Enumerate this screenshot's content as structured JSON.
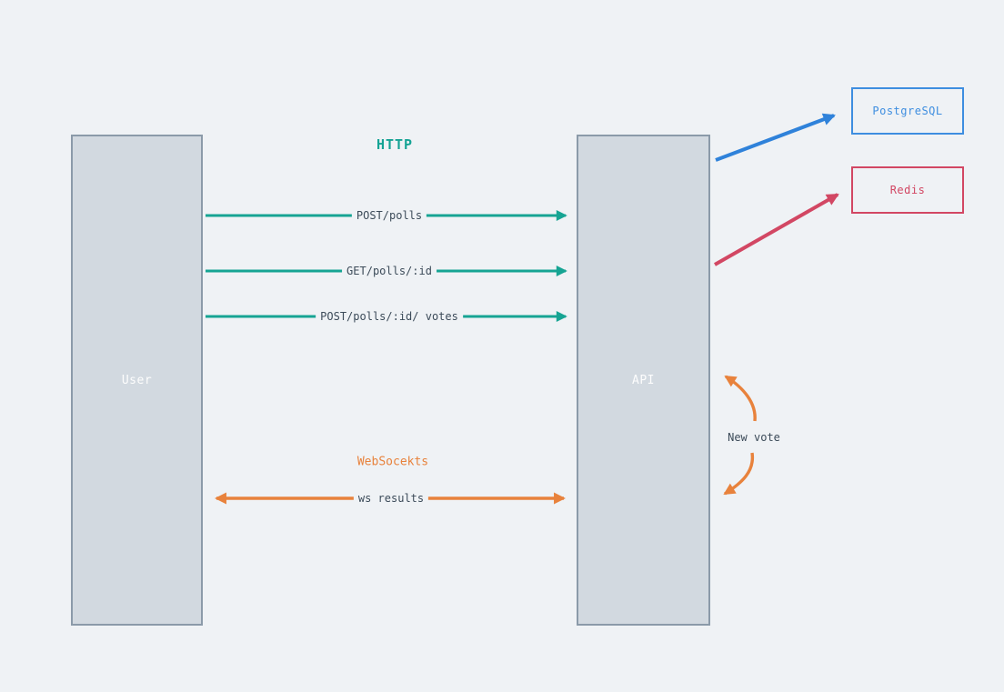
{
  "diagram": {
    "section_titles": {
      "http": "HTTP",
      "websockets": "WebSocekts"
    },
    "nodes": {
      "user": {
        "label": "User"
      },
      "api": {
        "label": "API"
      },
      "postgresql": {
        "label": "PostgreSQL"
      },
      "redis": {
        "label": "Redis"
      }
    },
    "http_arrows": [
      {
        "label": "POST/polls",
        "from": "User",
        "to": "API",
        "direction": "right"
      },
      {
        "label": "GET/polls/:id",
        "from": "User",
        "to": "API",
        "direction": "right"
      },
      {
        "label": "POST/polls/:id/ votes",
        "from": "User",
        "to": "API",
        "direction": "right"
      }
    ],
    "ws_arrow": {
      "label": "ws results",
      "from": "User",
      "to": "API",
      "direction": "both"
    },
    "loop_arrow": {
      "label": "New vote",
      "at": "API",
      "direction": "self-loop"
    },
    "db_arrows": [
      {
        "from": "API",
        "to": "PostgreSQL",
        "color": "#2f82da"
      },
      {
        "from": "API",
        "to": "Redis",
        "color": "#d24763"
      }
    ],
    "colors": {
      "background": "#eff2f5",
      "teal": "#16a493",
      "orange": "#e8823c",
      "blue": "#2f82da",
      "red": "#d24763",
      "node_fill": "#d2d9e0",
      "node_border": "#8b9aa9",
      "label_text": "#3c4b59",
      "node_text": "#fdfdfd"
    }
  }
}
